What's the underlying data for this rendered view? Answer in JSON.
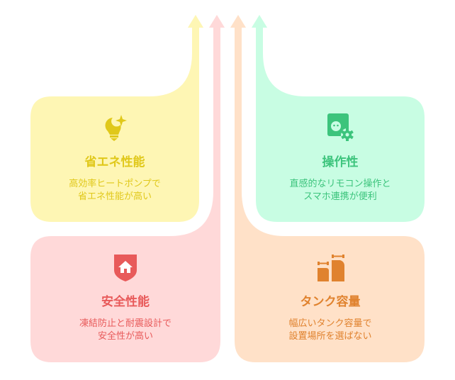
{
  "colors": {
    "yellow_fill": "#FEF6B4",
    "yellow_text": "#E0C81A",
    "pink_fill": "#FFD9D9",
    "pink_text": "#E85A5A",
    "orange_fill": "#FFE1C8",
    "orange_text": "#E0822E",
    "green_fill": "#C8FDE3",
    "green_text": "#3CC47C"
  },
  "cards": [
    {
      "icon": "lightbulb-sparkle-icon",
      "title": "省エネ性能",
      "desc": [
        "高効率ヒートポンプで",
        "省エネ性能が高い"
      ]
    },
    {
      "icon": "remote-settings-icon",
      "title": "操作性",
      "desc": [
        "直感的なリモコン操作と",
        "スマホ連携が便利"
      ]
    },
    {
      "icon": "shield-home-icon",
      "title": "安全性能",
      "desc": [
        "凍結防止と耐震設計で",
        "安全性が高い"
      ]
    },
    {
      "icon": "tanks-icon",
      "title": "タンク容量",
      "desc": [
        "幅広いタンク容量で",
        "設置場所を選ばない"
      ]
    }
  ]
}
